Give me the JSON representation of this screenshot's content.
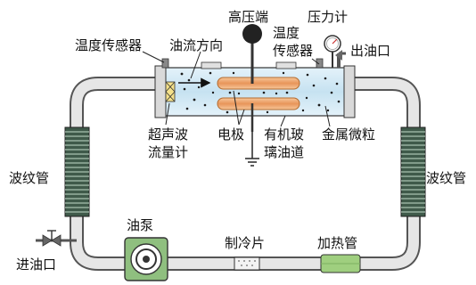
{
  "labels": {
    "high_voltage": "高压端",
    "pressure_gauge": "压力计",
    "temp_sensor_left": "温度传感器",
    "oil_flow_direction": "油流方向",
    "temp_sensor_right_line1": "温度",
    "temp_sensor_right_line2": "传感器",
    "oil_outlet": "出油口",
    "ultrasonic_line1": "超声波",
    "ultrasonic_line2": "流量计",
    "electrode": "电极",
    "glass_channel_line1": "有机玻",
    "glass_channel_line2": "璃油道",
    "metal_particles": "金属微粒",
    "bellows_left": "波纹管",
    "bellows_right": "波纹管",
    "oil_pump": "油泵",
    "cooling_plate": "制冷片",
    "heating_tube": "加热管",
    "oil_inlet": "进油口"
  },
  "colors": {
    "pipe": "#d9d9d9",
    "pipe_stroke": "#555555",
    "channel": "#cfe6f3",
    "electrode": "#f0b27a",
    "bellows": "#4f6a5a",
    "pump": "#8fbf7f",
    "heater": "#9fcf7f"
  }
}
